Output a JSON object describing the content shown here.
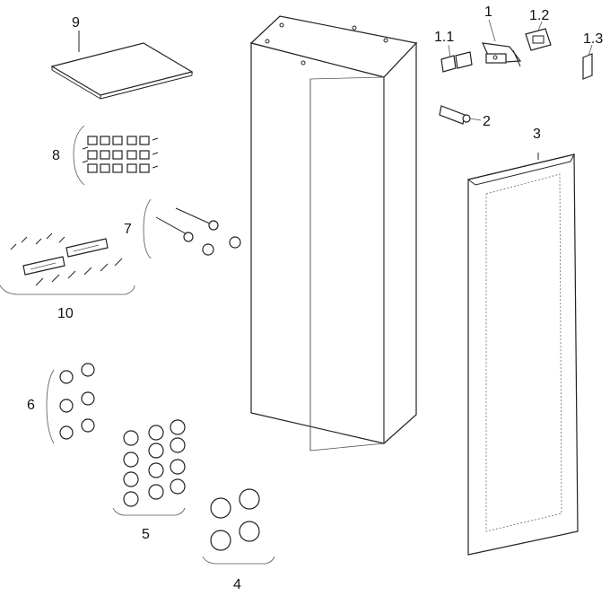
{
  "labels": {
    "l1": "1",
    "l11": "1.1",
    "l12": "1.2",
    "l13": "1.3",
    "l2": "2",
    "l3": "3",
    "l4": "4",
    "l5": "5",
    "l6": "6",
    "l7": "7",
    "l8": "8",
    "l9": "9",
    "l10": "10"
  }
}
